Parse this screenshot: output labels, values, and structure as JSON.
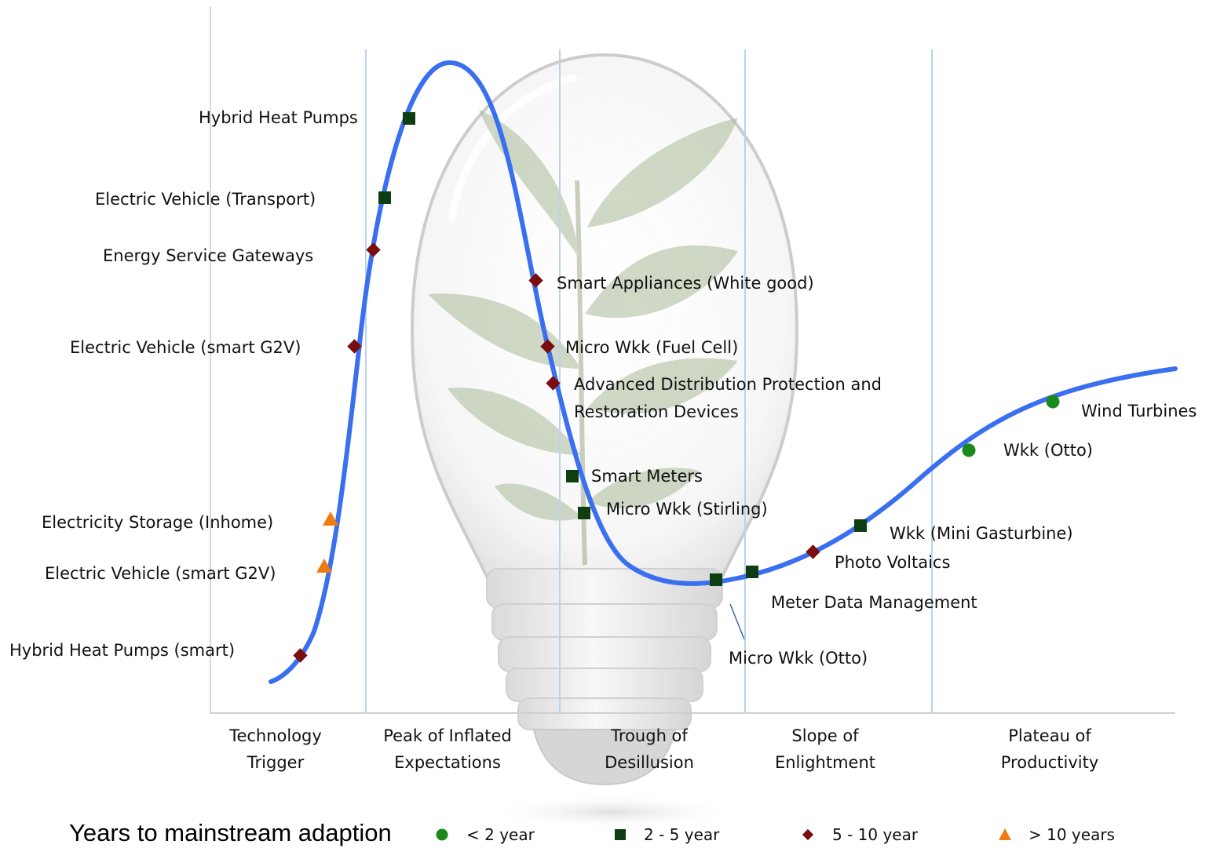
{
  "phases": [
    {
      "line1": "Technology",
      "line2": "Trigger"
    },
    {
      "line1": "Peak of Inflated",
      "line2": "Expectations"
    },
    {
      "line1": "Trough of",
      "line2": "Desillusion"
    },
    {
      "line1": "Slope of",
      "line2": "Enlightment"
    },
    {
      "line1": "Plateau of",
      "line2": "Productivity"
    }
  ],
  "legend": {
    "title": "Years to mainstream adaption",
    "items": [
      {
        "label": "< 2 year",
        "shape": "circle",
        "color": "#1a8a1a"
      },
      {
        "label": "2 - 5 year",
        "shape": "square",
        "color": "#0f3d12"
      },
      {
        "label": "5 - 10 year",
        "shape": "diamond",
        "color": "#7a0d0d"
      },
      {
        "label": "> 10 years",
        "shape": "triangle",
        "color": "#f07a10"
      }
    ]
  },
  "technologies": [
    {
      "label": "Hybrid Heat Pumps",
      "category": "2 - 5 year"
    },
    {
      "label": "Electric Vehicle (Transport)",
      "category": "2 - 5 year"
    },
    {
      "label": "Energy Service Gateways",
      "category": "5 - 10 year"
    },
    {
      "label": "Electric Vehicle (smart G2V)",
      "category": "5 - 10 year"
    },
    {
      "label": "Electricity Storage (Inhome)",
      "category": "> 10 years"
    },
    {
      "label": "Electric Vehicle (smart G2V)",
      "category": "> 10 years"
    },
    {
      "label": "Hybrid Heat Pumps (smart)",
      "category": "5 - 10 year"
    },
    {
      "label": "Smart Appliances (White good)",
      "category": "5 - 10 year"
    },
    {
      "label": "Micro Wkk (Fuel Cell)",
      "category": "5 - 10 year"
    },
    {
      "label": "Advanced Distribution Protection and",
      "label2": "Restoration Devices",
      "category": "5 - 10 year"
    },
    {
      "label": "Smart Meters",
      "category": "2 - 5 year"
    },
    {
      "label": "Micro Wkk (Stirling)",
      "category": "2 - 5 year"
    },
    {
      "label": "Micro Wkk (Otto)",
      "category": "2 - 5 year"
    },
    {
      "label": "Meter Data Management",
      "category": "2 - 5 year"
    },
    {
      "label": "Photo Voltaics",
      "category": "5 - 10 year"
    },
    {
      "label": "Wkk (Mini Gasturbine)",
      "category": "2 - 5 year"
    },
    {
      "label": "Wkk (Otto)",
      "category": "< 2 year"
    },
    {
      "label": "Wind Turbines",
      "category": "< 2 year"
    }
  ],
  "colors": {
    "curve": "#3a6ff0",
    "divider": "#b9d3ee",
    "axis": "#d8d8d8"
  }
}
